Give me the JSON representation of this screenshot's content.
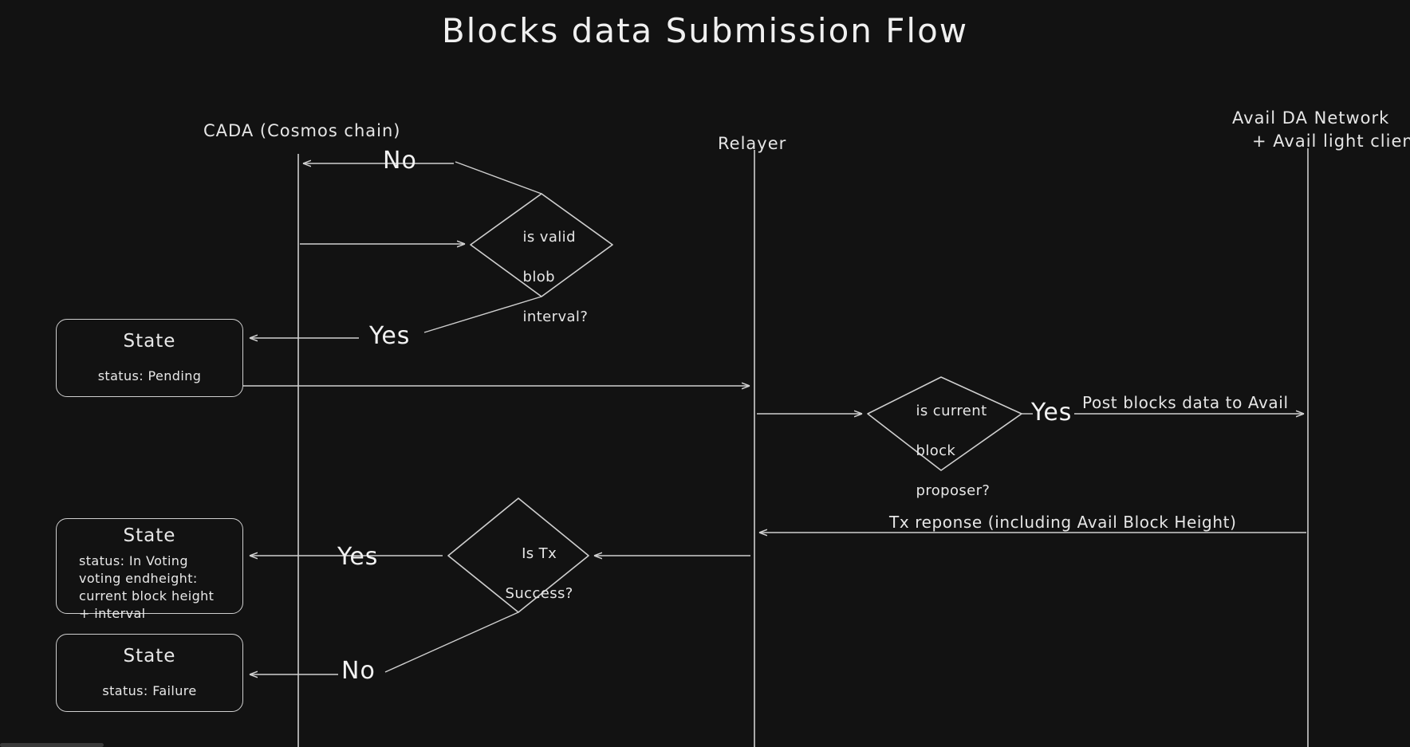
{
  "page": {
    "title": "Blocks data Submission Flow",
    "background_color": "#121212",
    "stroke_color": "#cfcfcf",
    "text_color": "#e6e6e6"
  },
  "lifelines": [
    {
      "id": "cada",
      "label": "CADA (Cosmos chain)"
    },
    {
      "id": "relayer",
      "label": "Relayer"
    },
    {
      "id": "avail",
      "label_line1": "Avail DA Network",
      "label_line2": "+ Avail light client"
    }
  ],
  "decisions": [
    {
      "id": "valid-blob-interval",
      "line1": "is valid",
      "line2": "blob",
      "line3": "interval?"
    },
    {
      "id": "current-block-proposer",
      "line1": "is current",
      "line2": "block",
      "line3": "proposer?"
    },
    {
      "id": "tx-success",
      "line1": "Is Tx",
      "line2": "Success?"
    }
  ],
  "states": [
    {
      "id": "state-pending",
      "title": "State",
      "lines": [
        "status: Pending"
      ]
    },
    {
      "id": "state-in-voting",
      "title": "State",
      "lines": [
        "status: In Voting",
        "voting endheight:",
        "current block height",
        "+ interval"
      ]
    },
    {
      "id": "state-failure",
      "title": "State",
      "lines": [
        "status: Failure"
      ]
    }
  ],
  "edge_labels": {
    "no_top": "No",
    "yes_blob": "Yes",
    "yes_proposer": "Yes",
    "post_blocks": "Post blocks data to Avail",
    "tx_response": "Tx reponse (including Avail Block Height)",
    "yes_tx": "Yes",
    "no_tx": "No"
  }
}
